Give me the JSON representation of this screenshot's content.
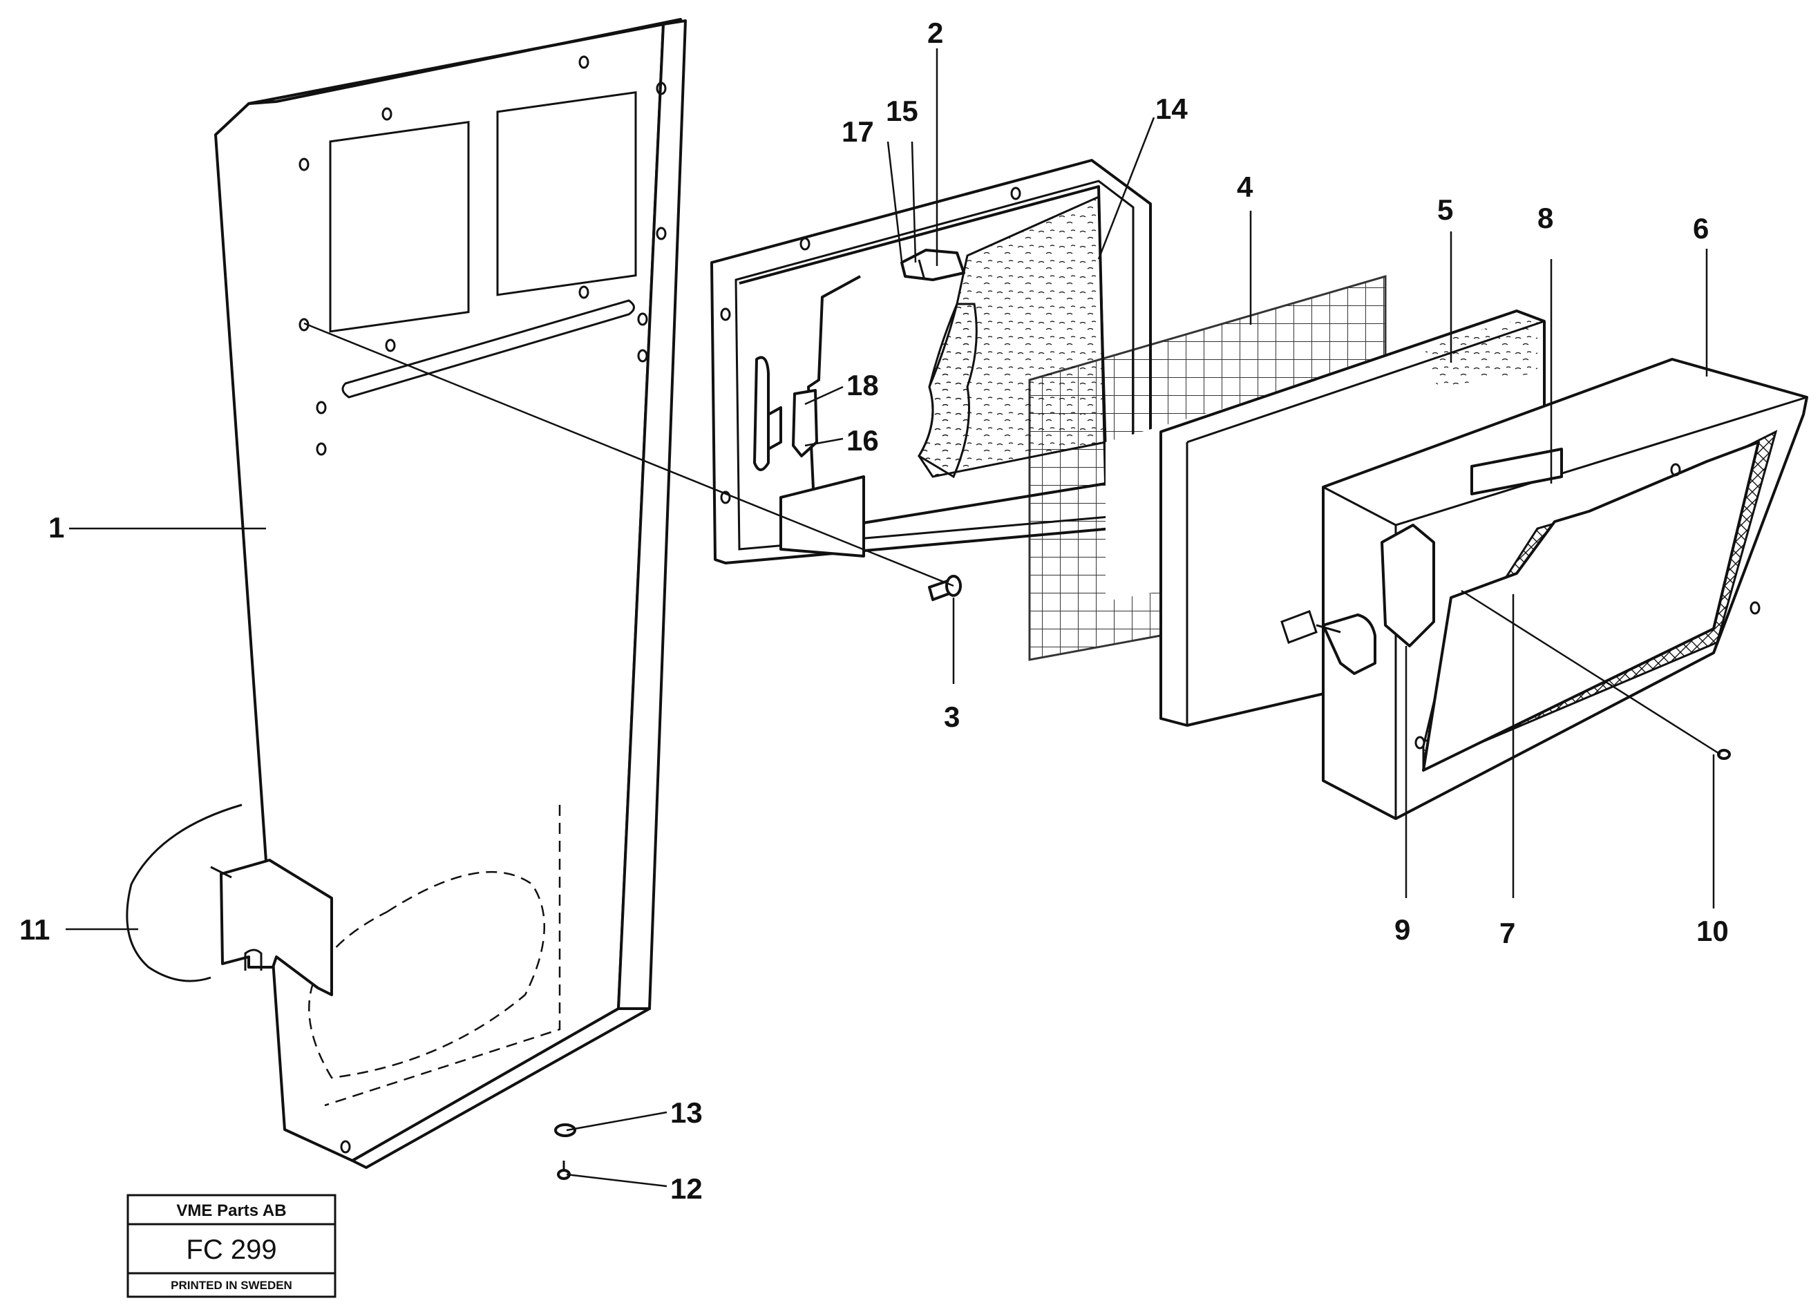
{
  "title_block": {
    "company": "VME Parts AB",
    "code": "FC 299",
    "printed": "PRINTED IN SWEDEN"
  },
  "callouts": [
    "1",
    "2",
    "3",
    "4",
    "5",
    "6",
    "7",
    "8",
    "9",
    "10",
    "11",
    "12",
    "13",
    "14",
    "15",
    "16",
    "17",
    "18"
  ]
}
